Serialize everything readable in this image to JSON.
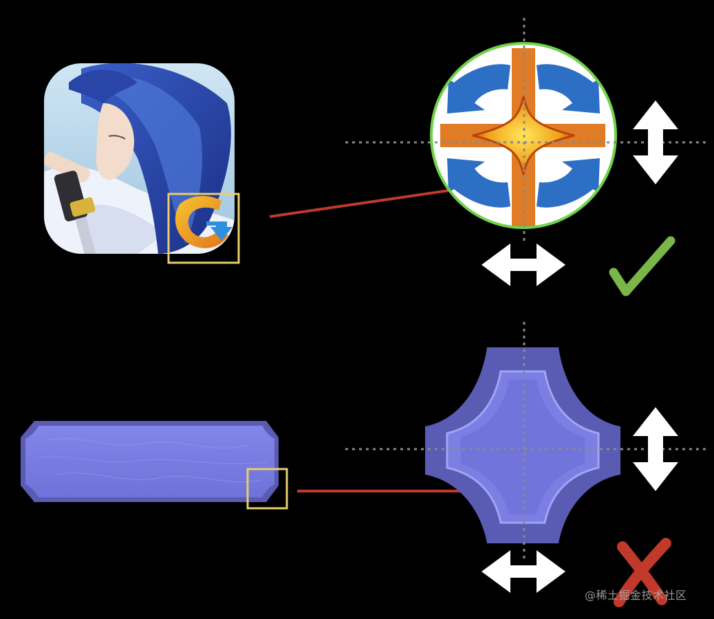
{
  "watermark": "@稀土掘金技术社区",
  "colors": {
    "background": "#000000",
    "highlight_box": "#E8CF6E",
    "arrow": "#C0392B",
    "guide_lines": "#8A8A8A",
    "check": "#7AB648",
    "cross": "#C0392B",
    "circle_outline": "#6FD24A",
    "panel_fill": "#7B7EE2",
    "panel_border": "#5A5CB4"
  },
  "rows": [
    {
      "name": "circular-icon-example",
      "source": "app-icon-with-corner-badge",
      "zoom": "circular-badge",
      "verdict_icon": "check-icon"
    },
    {
      "name": "panel-corner-example",
      "source": "rounded-panel",
      "zoom": "panel-corner",
      "verdict_icon": "cross-icon"
    }
  ]
}
